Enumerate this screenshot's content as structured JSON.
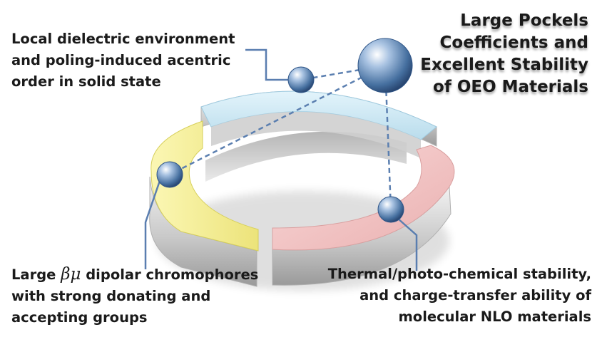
{
  "title": {
    "lines": [
      "Large Pockels",
      "Coefficients and",
      "Excellent Stability",
      "of OEO Materials"
    ]
  },
  "labels": {
    "top_left": {
      "lines": [
        "Local dielectric environment",
        "and poling-induced acentric",
        "order in solid state"
      ]
    },
    "bottom_left": {
      "line1_prefix": "Large ",
      "line1_greek": "βμ",
      "line1_suffix": " dipolar chromophores",
      "line2": "with strong donating and",
      "line3": "accepting groups"
    },
    "bottom_right": {
      "lines": [
        "Thermal/photo-chemical stability,",
        "and charge-transfer ability of",
        "molecular NLO materials"
      ]
    }
  },
  "colors": {
    "segment_top": "#cdeaf5",
    "segment_left": "#f5f08e",
    "segment_right": "#f3c5c5",
    "ring_side": "#d9d9d9",
    "sphere": "#3f6d9e",
    "connector": "#5b7fb0"
  }
}
